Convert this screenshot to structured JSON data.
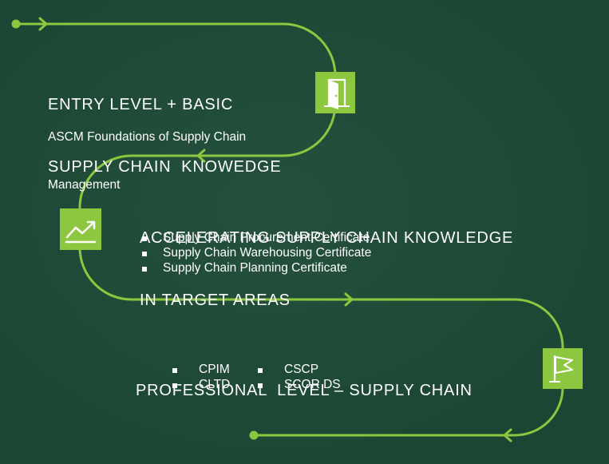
{
  "colors": {
    "background": "#1c4a36",
    "accent": "#8dc63f",
    "text": "#ffffff"
  },
  "stages": [
    {
      "title_line_1": "ENTRY LEVEL + BASIC",
      "title_line_2": "SUPPLY CHAIN  KNOWEDGE",
      "description_lines": [
        "ASCM Foundations of Supply Chain",
        "Management"
      ],
      "icon": "door-icon"
    },
    {
      "title_line_1": "ACCELERATING SUPPLY CHAIN KNOWLEDGE",
      "title_line_2": "IN TARGET AREAS",
      "bullets": [
        "Supply Chain Procurement Certificate",
        "Supply Chain Warehousing Certificate",
        "Supply Chain Planning Certificate"
      ],
      "icon": "trend-up-chart-icon"
    },
    {
      "title": "PROFESSIONAL  LEVEL – SUPPLY CHAIN",
      "certifications": [
        "CPIM",
        "CSCP",
        "CLTD",
        "SCOR DS"
      ],
      "icon": "flag-icon"
    }
  ]
}
